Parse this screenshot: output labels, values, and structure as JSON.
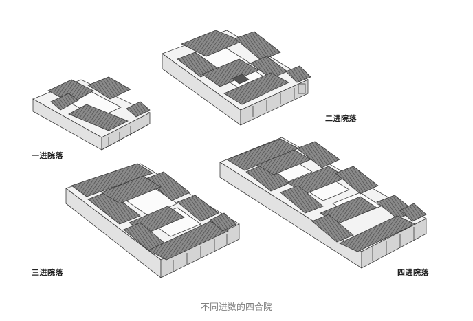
{
  "figure": {
    "labels": {
      "one": "一进院落",
      "two": "二进院落",
      "three": "三进院落",
      "four": "四进院落"
    }
  },
  "caption": "不同进数的四合院",
  "colors": {
    "ink": "#3a3a3a",
    "roof": "#6e6e6e",
    "wall": "#efefef",
    "court": "#fafafa",
    "caption": "#808080"
  }
}
